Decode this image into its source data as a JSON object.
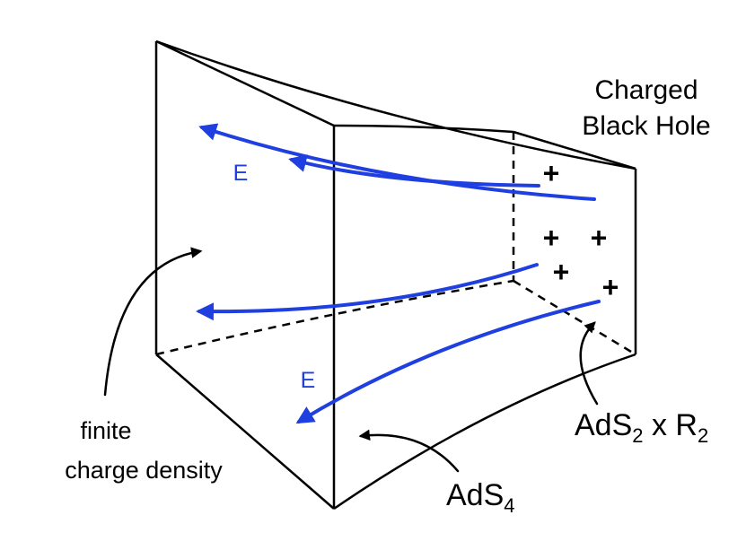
{
  "labels": {
    "charged_black_hole_line1": "Charged",
    "charged_black_hole_line2": "Black Hole",
    "field_upper": "E",
    "field_lower": "E",
    "finite_density_line1": "finite",
    "finite_density_line2": "charge density",
    "ads2_base": "AdS",
    "ads2_sub": "2",
    "ads2_mid": " x R",
    "ads2_sub2": "2",
    "ads4_base": "AdS",
    "ads4_sub": "4",
    "charges": [
      "+",
      "+",
      "+",
      "+",
      "+"
    ]
  },
  "colors": {
    "field_lines": "#1f3fe0",
    "outline": "#000000"
  }
}
